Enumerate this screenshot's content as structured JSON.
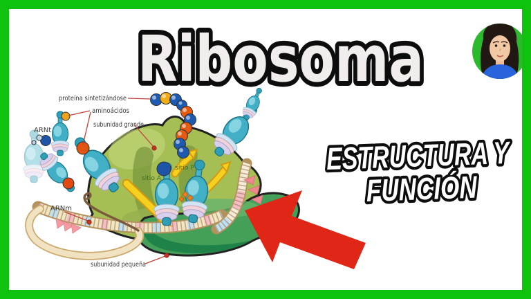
{
  "title": {
    "text": "Ribosoma"
  },
  "subtitle": {
    "line1": "ESTRUCTURA Y",
    "line2": "FUNCIÓN"
  },
  "avatar": {
    "description": "woman-cartoon-avatar"
  },
  "theme": {
    "border_green": "#0ec20e",
    "arrow_red": "#e02616",
    "avatar_bg": "#2db92d",
    "large_subunit_green": "#a6bf55",
    "small_subunit_green": "#44a058",
    "trna_teal": "#41b0c7",
    "mrna_cream": "#f3e6c3"
  },
  "diagram": {
    "labels": {
      "protein_chain": "proteína sintetizándose",
      "amino_acids": "aminoácidos",
      "trna": "ARNt",
      "large_subunit": "subunidad grande",
      "site_a": "sitio A",
      "site_p": "sitio P",
      "mrna": "ARNm",
      "small_subunit": "subunidad pequeña"
    }
  }
}
